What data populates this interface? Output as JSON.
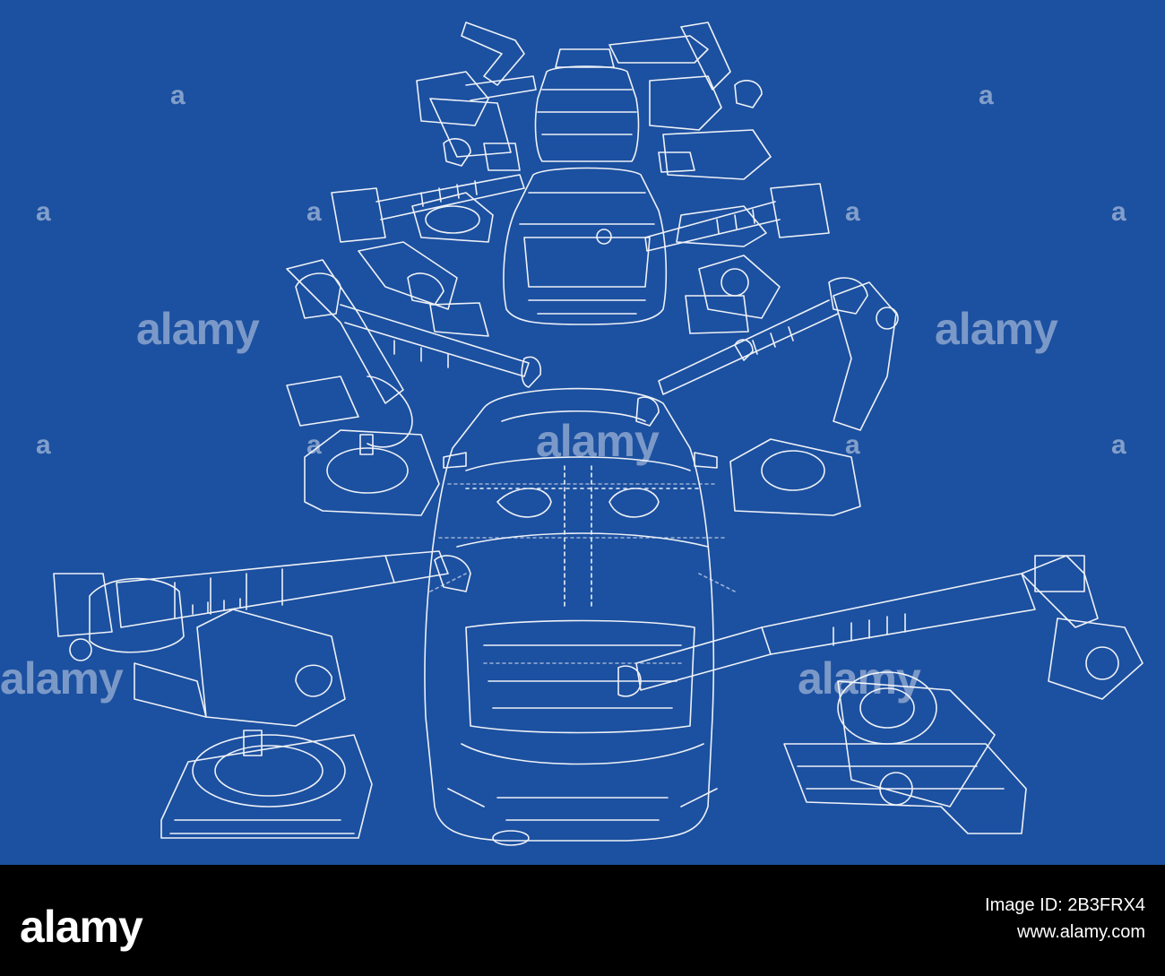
{
  "image": {
    "subject": "robotic-arms-car-assembly-line-blueprint",
    "background_color": "#1c50a0",
    "line_color": "#ffffff"
  },
  "watermarks": {
    "word": "alamy",
    "small_mark": "a"
  },
  "footer": {
    "logo": "alamy",
    "image_id_text": "Image ID: 2B3FRX4",
    "url": "www.alamy.com",
    "background_color": "#000000"
  }
}
